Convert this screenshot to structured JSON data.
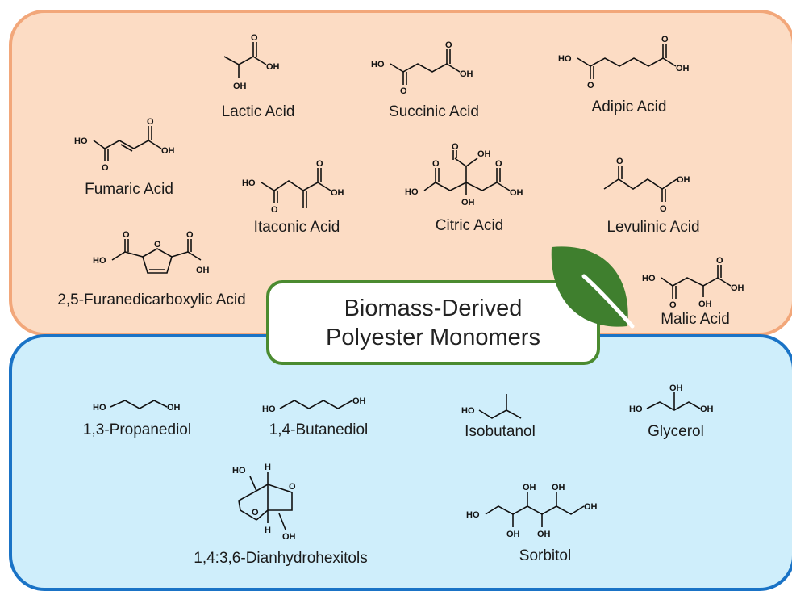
{
  "title": {
    "line1": "Biomass-Derived",
    "line2": "Polyester Monomers"
  },
  "colors": {
    "acid_panel_fill": "#fcdcc4",
    "acid_panel_border": "#f2a77a",
    "alcohol_panel_fill": "#cfeefb",
    "alcohol_panel_border": "#1a73c6",
    "title_border": "#4b8b30",
    "leaf": "#3f7f2e"
  },
  "icons": {
    "leaf": "leaf-icon"
  },
  "atoms": {
    "oxygen": "O",
    "hydroxyl": "OH",
    "hydroxyl_left": "HO",
    "hydrogen": "H"
  },
  "acids": [
    {
      "name": "Lactic Acid"
    },
    {
      "name": "Succinic Acid"
    },
    {
      "name": "Adipic Acid"
    },
    {
      "name": "Fumaric Acid"
    },
    {
      "name": "Itaconic Acid"
    },
    {
      "name": "Citric Acid"
    },
    {
      "name": "Levulinic Acid"
    },
    {
      "name": "2,5-Furanedicarboxylic Acid"
    },
    {
      "name": "Malic Acid"
    }
  ],
  "alcohols": [
    {
      "name": "1,3-Propanediol"
    },
    {
      "name": "1,4-Butanediol"
    },
    {
      "name": "Isobutanol"
    },
    {
      "name": "Glycerol"
    },
    {
      "name": "1,4:3,6-Dianhydrohexitols"
    },
    {
      "name": "Sorbitol"
    }
  ]
}
